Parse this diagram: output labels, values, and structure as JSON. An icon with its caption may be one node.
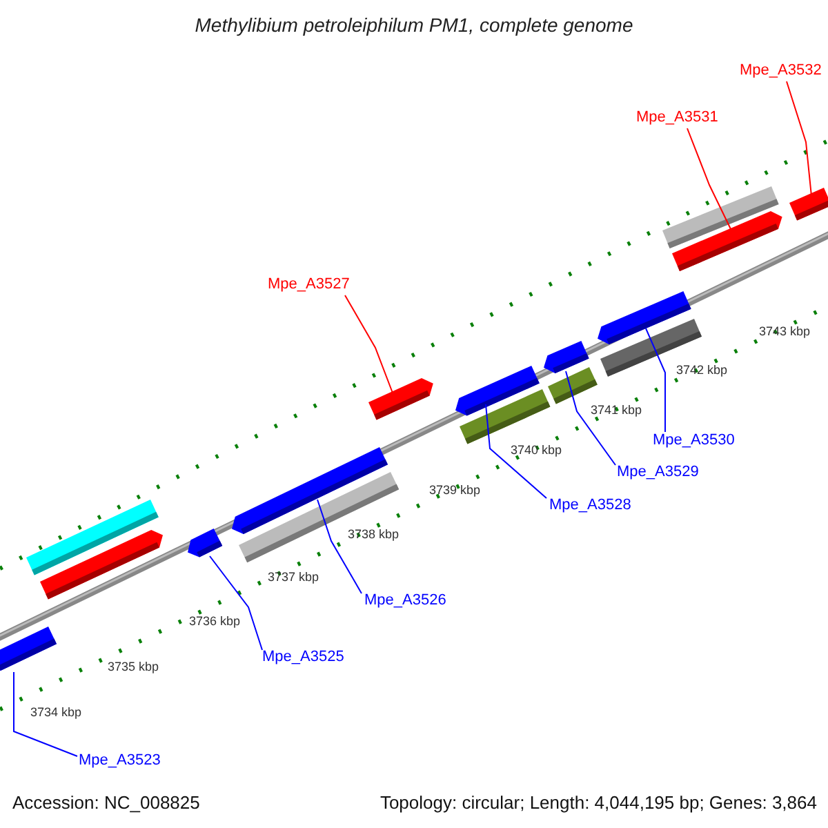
{
  "diagram": {
    "title": "Methylibium petroleiphilum PM1, complete genome",
    "nodes": [
      {
        "text": [
          "Mpe_A3532"
        ]
      },
      {
        "text": [
          "Mpe_A3531"
        ]
      },
      {
        "text": [
          "Mpe_A3527"
        ]
      },
      {
        "text": [
          "Mpe_A3530"
        ]
      },
      {
        "text": [
          "Mpe_A3529"
        ]
      },
      {
        "text": [
          "Mpe_A3528"
        ]
      },
      {
        "text": [
          "Mpe_A3526"
        ]
      },
      {
        "text": [
          "Mpe_A3525"
        ]
      },
      {
        "text": [
          "Mpe_A3523"
        ]
      },
      {
        "text": [],
        "shape": "arrow"
      },
      {
        "text": [],
        "shape": "bar"
      },
      {
        "text": [],
        "shape": "arrow"
      },
      {
        "text": [],
        "shape": "arrow"
      },
      {
        "text": [],
        "shape": "arrow"
      },
      {
        "text": [],
        "shape": "bar"
      },
      {
        "text": [],
        "shape": "arrow"
      },
      {
        "text": [],
        "shape": "arrow"
      },
      {
        "text": [],
        "shape": "bar"
      },
      {
        "text": [],
        "shape": "arrow"
      },
      {
        "text": [],
        "shape": "bar"
      },
      {
        "text": [],
        "shape": "arrow"
      },
      {
        "text": [],
        "shape": "bar"
      },
      {
        "text": [],
        "shape": "bar"
      },
      {
        "text": [],
        "shape": "arrow"
      },
      {
        "text": [],
        "shape": "bar"
      }
    ],
    "edges": [
      {
        "from": 0,
        "to": 24,
        "arrow": "none",
        "color": "#ff0000"
      },
      {
        "from": 1,
        "to": 23,
        "arrow": "none",
        "color": "#ff0000"
      },
      {
        "from": 2,
        "to": 15,
        "arrow": "none",
        "color": "#ff0000"
      },
      {
        "from": 3,
        "to": 20,
        "arrow": "none"
      },
      {
        "from": 4,
        "to": 18,
        "arrow": "none"
      },
      {
        "from": 5,
        "to": 16,
        "arrow": "none"
      },
      {
        "from": 6,
        "to": 13,
        "arrow": "none"
      },
      {
        "from": 7,
        "to": 12,
        "arrow": "none"
      },
      {
        "from": 8,
        "to": 9,
        "arrow": "none"
      }
    ],
    "labels": [
      "3743 kbp",
      "3742 kbp",
      "3741 kbp",
      "3740 kbp",
      "3739 kbp",
      "3738 kbp",
      "3737 kbp",
      "3736 kbp",
      "3735 kbp",
      "3734 kbp",
      "Accession: NC_008825",
      "Topology: circular; Length: 4,044,195 bp; Genes: 3,864"
    ]
  }
}
